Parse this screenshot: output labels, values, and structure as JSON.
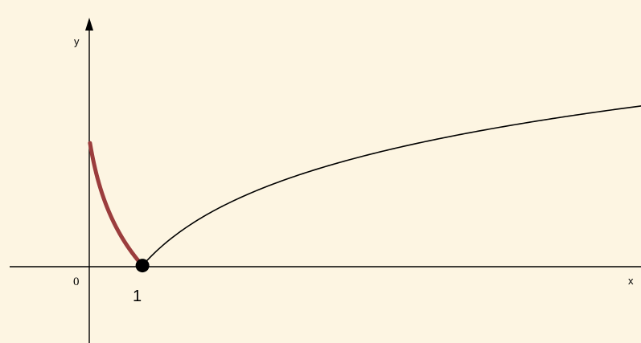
{
  "figure": {
    "x_axis_label": "x",
    "y_axis_label": "y",
    "origin_label": "0",
    "point_label": "1",
    "colors": {
      "background": "#fdf5e2",
      "axis": "#000000",
      "log_curve": "#000000",
      "highlight_curve": "#9b3d3d",
      "point": "#000000"
    }
  },
  "chart_data": {
    "type": "line",
    "series": [
      {
        "function": "ln(x)",
        "x_range": [
          1,
          9.4
        ],
        "color": "#000000"
      },
      {
        "function": "-ln(x)",
        "x_range": [
          0.19,
          1
        ],
        "color": "#9b3d3d"
      }
    ],
    "points": [
      {
        "x": 1,
        "y": 0
      }
    ],
    "xlim": [
      -1.2,
      8.7
    ],
    "ylim": [
      -1.05,
      3.6
    ],
    "grid": false
  }
}
